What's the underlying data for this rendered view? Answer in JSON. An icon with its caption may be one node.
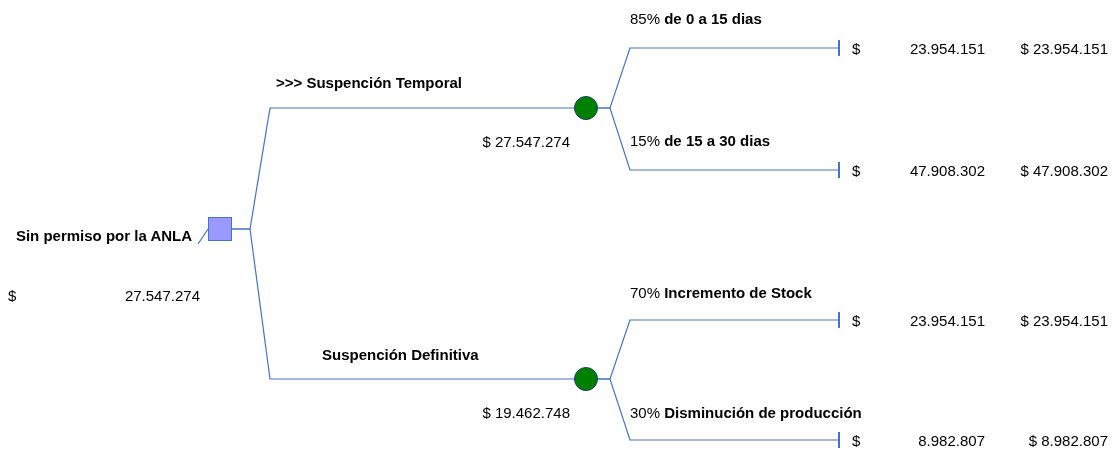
{
  "diagram": {
    "nodes": [
      {
        "text": [
          "Sin permiso por la ANLA"
        ],
        "beside": [
          "$",
          "27.547.274"
        ]
      },
      {
        "text": [],
        "shape": "box"
      },
      {
        "text": [],
        "shape": "circle",
        "beside": [
          "$ 27.547.274"
        ]
      },
      {
        "text": [],
        "shape": "circle",
        "beside": [
          "$ 19.462.748"
        ]
      },
      {
        "text": [],
        "shape": "bar",
        "beside": [
          "$",
          "23.954.151",
          "$ 23.954.151"
        ]
      },
      {
        "text": [],
        "shape": "bar",
        "beside": [
          "$",
          "47.908.302",
          "$ 47.908.302"
        ]
      },
      {
        "text": [],
        "shape": "bar",
        "beside": [
          "$",
          "23.954.151",
          "$ 23.954.151"
        ]
      },
      {
        "text": [],
        "shape": "bar",
        "beside": [
          "$",
          "8.982.807",
          "$ 8.982.807"
        ]
      }
    ],
    "edges": [
      {
        "from": 0,
        "to": 1,
        "arrow": "none"
      },
      {
        "from": 1,
        "to": 2,
        "arrow": "none",
        "label": ">>> Suspención Temporal"
      },
      {
        "from": 1,
        "to": 3,
        "arrow": "none",
        "label": "Suspención Definitiva"
      },
      {
        "from": 2,
        "to": 4,
        "arrow": "none",
        "label": "85% **de 0 a 15 dias**"
      },
      {
        "from": 2,
        "to": 5,
        "arrow": "none",
        "label": "15% **de 15 a 30 dias**"
      },
      {
        "from": 3,
        "to": 6,
        "arrow": "none",
        "label": "70% **Incremento de Stock**"
      },
      {
        "from": 3,
        "to": 7,
        "arrow": "none",
        "label": "30% **Disminución de producción**"
      }
    ]
  }
}
